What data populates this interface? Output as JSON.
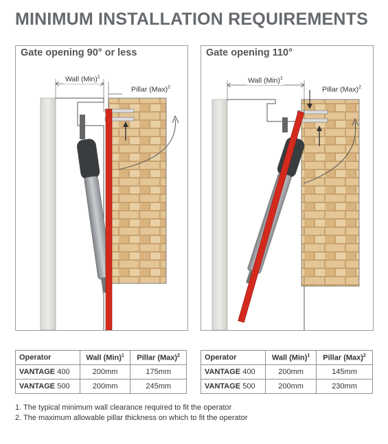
{
  "title": "MINIMUM INSTALLATION REQUIREMENTS",
  "panels": [
    {
      "heading": "Gate opening 90° or less",
      "wall_label": "Wall (Min)",
      "wall_sup": "1",
      "pillar_label": "Pillar (Max)",
      "pillar_sup": "2"
    },
    {
      "heading": "Gate opening 110°",
      "wall_label": "Wall (Min)",
      "wall_sup": "1",
      "pillar_label": "Pillar (Max)",
      "pillar_sup": "2"
    }
  ],
  "tables": [
    {
      "headers": {
        "operator": "Operator",
        "wall": "Wall (Min)",
        "wall_sup": "1",
        "pillar": "Pillar (Max)",
        "pillar_sup": "2"
      },
      "rows": [
        {
          "brand": "VANTAGE",
          "model": " 400",
          "wall": "200mm",
          "pillar": "175mm"
        },
        {
          "brand": "VANTAGE",
          "model": " 500",
          "wall": "200mm",
          "pillar": "245mm"
        }
      ]
    },
    {
      "headers": {
        "operator": "Operator",
        "wall": "Wall (Min)",
        "wall_sup": "1",
        "pillar": "Pillar (Max)",
        "pillar_sup": "2"
      },
      "rows": [
        {
          "brand": "VANTAGE",
          "model": " 400",
          "wall": "200mm",
          "pillar": "145mm"
        },
        {
          "brand": "VANTAGE",
          "model": " 500",
          "wall": "200mm",
          "pillar": "230mm"
        }
      ]
    }
  ],
  "notes": [
    "1. The typical minimum wall clearance required to fit the operator",
    "2. The maximum allowable pillar thickness on which to fit the operator"
  ],
  "colors": {
    "title": "#666a6e",
    "gate": "#d42a1e",
    "brick": "#d9b98a",
    "operator": "#9ea2a6"
  }
}
